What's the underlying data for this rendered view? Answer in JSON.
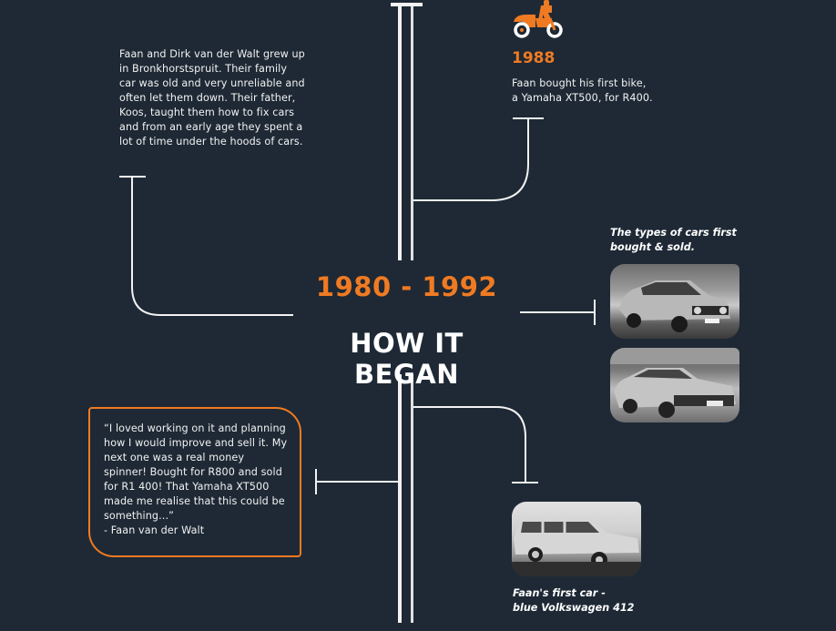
{
  "colors": {
    "background": "#1e2935",
    "accent": "#f07a22",
    "line": "#f2f2f2"
  },
  "header": {
    "period": "1980 - 1992",
    "title": "HOW IT BEGAN"
  },
  "story_intro": {
    "text": "Faan and Dirk van der Walt grew up in Bronkhorstspruit. Their family car was old and very unreliable and often let them down. Their father, Koos, taught them how to fix cars and from an early age they spent a lot of time under the hoods of cars."
  },
  "milestone_1988": {
    "icon": "motorbike-icon",
    "year": "1988",
    "text_line1": "Faan bought his first bike,",
    "text_line2": "a Yamaha XT500, for R400."
  },
  "cars_sold": {
    "caption_line1": "The types of cars first",
    "caption_line2": "bought & sold.",
    "photos": [
      {
        "alt": "Volkswagen Golf hatchback (black and white photo)"
      },
      {
        "alt": "Sedan car (black and white photo)"
      }
    ]
  },
  "quote": {
    "text": "“I loved working on it and planning how I would improve and sell it. My next one was a real money spinner! Bought for R800 and sold for R1 400! That Yamaha XT500 made me realise that this could be something...”",
    "author": "- Faan van der Walt"
  },
  "first_car": {
    "caption_line1": "Faan's first car -",
    "caption_line2": "blue Volkswagen 412",
    "photo_alt": "Volkswagen 412 station wagon (black and white photo)"
  }
}
